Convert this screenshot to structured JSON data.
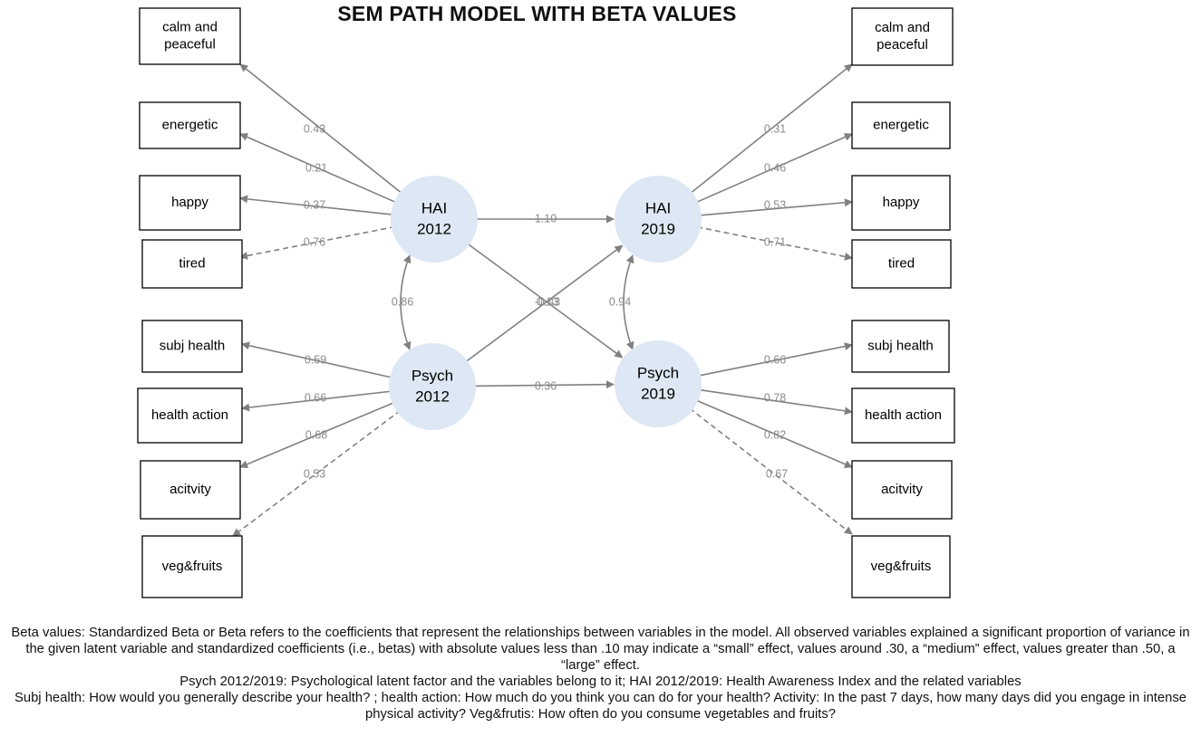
{
  "title": "SEM PATH MODEL WITH BETA VALUES",
  "latents": [
    {
      "id": "hai2012",
      "line1": "HAI",
      "line2": "2012"
    },
    {
      "id": "hai2019",
      "line1": "HAI",
      "line2": "2019"
    },
    {
      "id": "psych2012",
      "line1": "Psych",
      "line2": "2012"
    },
    {
      "id": "psych2019",
      "line1": "Psych",
      "line2": "2019"
    }
  ],
  "indicators_left": [
    {
      "id": "L-calm",
      "label": [
        "calm and",
        "peaceful"
      ]
    },
    {
      "id": "L-energetic",
      "label": [
        "energetic"
      ]
    },
    {
      "id": "L-happy",
      "label": [
        "happy"
      ]
    },
    {
      "id": "L-tired",
      "label": [
        "tired"
      ]
    },
    {
      "id": "L-subj",
      "label": [
        "subj health"
      ]
    },
    {
      "id": "L-action",
      "label": [
        "health action"
      ]
    },
    {
      "id": "L-activity",
      "label": [
        "acitvity"
      ]
    },
    {
      "id": "L-veg",
      "label": [
        "veg&fruits"
      ]
    }
  ],
  "indicators_right": [
    {
      "id": "R-calm",
      "label": [
        "calm and",
        "peaceful"
      ]
    },
    {
      "id": "R-energetic",
      "label": [
        "energetic"
      ]
    },
    {
      "id": "R-happy",
      "label": [
        "happy"
      ]
    },
    {
      "id": "R-tired",
      "label": [
        "tired"
      ]
    },
    {
      "id": "R-subj",
      "label": [
        "subj health"
      ]
    },
    {
      "id": "R-action",
      "label": [
        "health action"
      ]
    },
    {
      "id": "R-activity",
      "label": [
        "acitvity"
      ]
    },
    {
      "id": "R-veg",
      "label": [
        "veg&fruits"
      ]
    }
  ],
  "paths": [
    {
      "from": "hai2012",
      "to": "L-calm",
      "beta": "0.43",
      "style": "solid"
    },
    {
      "from": "hai2012",
      "to": "L-energetic",
      "beta": "0.21",
      "style": "solid"
    },
    {
      "from": "hai2012",
      "to": "L-happy",
      "beta": "0.37",
      "style": "solid"
    },
    {
      "from": "hai2012",
      "to": "L-tired",
      "beta": "0.76",
      "style": "dashed"
    },
    {
      "from": "psych2012",
      "to": "L-subj",
      "beta": "0.59",
      "style": "solid"
    },
    {
      "from": "psych2012",
      "to": "L-action",
      "beta": "0.66",
      "style": "solid"
    },
    {
      "from": "psych2012",
      "to": "L-activity",
      "beta": "0.68",
      "style": "solid"
    },
    {
      "from": "psych2012",
      "to": "L-veg",
      "beta": "0.53",
      "style": "dashed"
    },
    {
      "from": "hai2019",
      "to": "R-calm",
      "beta": "0.31",
      "style": "solid"
    },
    {
      "from": "hai2019",
      "to": "R-energetic",
      "beta": "0.46",
      "style": "solid"
    },
    {
      "from": "hai2019",
      "to": "R-happy",
      "beta": "0.53",
      "style": "solid"
    },
    {
      "from": "hai2019",
      "to": "R-tired",
      "beta": "0.71",
      "style": "dashed"
    },
    {
      "from": "psych2019",
      "to": "R-subj",
      "beta": "0.66",
      "style": "solid"
    },
    {
      "from": "psych2019",
      "to": "R-action",
      "beta": "0.78",
      "style": "solid"
    },
    {
      "from": "psych2019",
      "to": "R-activity",
      "beta": "0.82",
      "style": "solid"
    },
    {
      "from": "psych2019",
      "to": "R-veg",
      "beta": "0.67",
      "style": "dashed"
    },
    {
      "from": "hai2012",
      "to": "hai2019",
      "beta": "1.10",
      "style": "solid"
    },
    {
      "from": "psych2012",
      "to": "psych2019",
      "beta": "0.36",
      "style": "solid"
    },
    {
      "from": "hai2012",
      "to": "psych2019",
      "beta": "0.13",
      "style": "solid"
    },
    {
      "from": "psych2012",
      "to": "hai2019",
      "beta": "-0.43",
      "style": "solid"
    }
  ],
  "covariances": [
    {
      "a": "hai2012",
      "b": "psych2012",
      "beta": "0.86"
    },
    {
      "a": "hai2019",
      "b": "psych2019",
      "beta": "0.94"
    }
  ],
  "notes": [
    "Beta values:  Standardized Beta or Beta refers to the coefficients that represent the relationships between variables in the model. All observed variables explained a significant proportion of variance in the given latent variable and standardized coefficients (i.e., betas) with absolute values less than .10 may indicate a “small” effect, values around .30, a “medium” effect, values greater than .50, a “large” effect.",
    "Psych 2012/2019: Psychological latent factor and the variables belong to it; HAI 2012/2019: Health Awareness Index and the related variables",
    "Subj health: How would you generally describe your health? ; health action: How much do you think you can do for your health? Activity: In the past 7 days, how many days did you engage in intense physical activity?  Veg&frutis: How often do you consume vegetables and fruits?"
  ]
}
